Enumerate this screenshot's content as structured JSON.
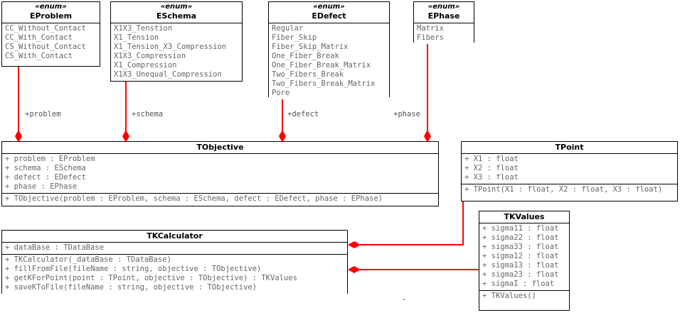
{
  "diagram": {
    "title": "UML Class Diagram",
    "accent_color": "#ff0000",
    "line_color": "#000000",
    "member_text_color": "#666666",
    "background": "#ffffff"
  },
  "classes": {
    "eproblem": {
      "stereotype": "«enum»",
      "name": "EProblem",
      "members": [
        "CC_Without_Contact",
        "CC_With_Contact",
        "CS_Without_Contact",
        "CS_With_Contact"
      ]
    },
    "eschema": {
      "stereotype": "«enum»",
      "name": "ESchema",
      "members": [
        "X1X3_Tenstion",
        "X1_Tension",
        "X1_Tension_X3_Compression",
        "X1X3_Compression",
        "X1_Compression",
        "X1X3_Unequal_Compression"
      ]
    },
    "edefect": {
      "stereotype": "«enum»",
      "name": "EDefect",
      "members": [
        "Regular",
        "Fiber_Skip",
        "Fiber_Skip_Matrix",
        "One_Fiber_Break",
        "One_Fiber_Break_Matrix",
        "Two_Fibers_Break",
        "Two_Fibers_Break_Matrix",
        "Pore"
      ]
    },
    "ephase": {
      "stereotype": "«enum»",
      "name": "EPhase",
      "members": [
        "Matrix",
        "Fibers"
      ]
    },
    "tobjective": {
      "name": "TObjective",
      "attributes": [
        "+ problem : EProblem",
        "+ schema : ESchema",
        "+ defect : EDefect",
        "+ phase : EPhase"
      ],
      "operations": [
        "+ TObjective(problem : EProblem, schema : ESchema, defect : EDefect, phase : EPhase)"
      ]
    },
    "tpoint": {
      "name": "TPoint",
      "attributes": [
        "+ X1 : float",
        "+ X2 : float",
        "+ X3 : float"
      ],
      "operations": [
        "+ TPoint(X1 : float, X2 : float, X3 : float)"
      ]
    },
    "tkcalculator": {
      "name": "TKCalculator",
      "attributes": [
        "+ dataBase : TDataBase"
      ],
      "operations": [
        "+ TKCalculator(_dataBase : TDataBase)",
        "+ fillFromFile(fileName : string, objective : TObjective)",
        "+ getKForPoint(point : TPoint, objective : TObjective) : TKValues",
        "+ saveKToFile(fileName : string, objective : TObjective)"
      ]
    },
    "tkvalues": {
      "name": "TKValues",
      "attributes": [
        "+ sigma11 : float",
        "+ sigma22 : float",
        "+ sigma33 : float",
        "+ sigma12 : float",
        "+ sigma13 : float",
        "+ sigma23 : float",
        "+ sigmaI : float"
      ],
      "operations": [
        "+ TKValues()"
      ]
    }
  },
  "associations": {
    "problem": {
      "label": "+problem"
    },
    "schema": {
      "label": "+schema"
    },
    "defect": {
      "label": "+defect"
    },
    "phase": {
      "label": "+phase"
    }
  }
}
